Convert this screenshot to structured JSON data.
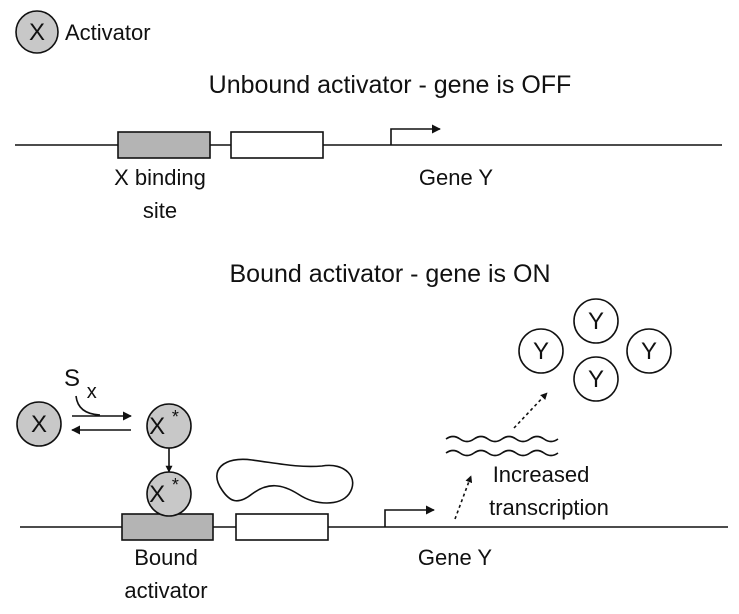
{
  "legend": {
    "symbol": "X",
    "label": "Activator"
  },
  "panel_top": {
    "title": "Unbound activator - gene is OFF",
    "binding_site_label_line1": "X binding",
    "binding_site_label_line2": "site",
    "gene_label": "Gene Y"
  },
  "panel_bottom": {
    "title": "Bound activator - gene is ON",
    "inactive_symbol": "X",
    "active_symbol": "X",
    "active_mark": "*",
    "signal_symbol": "S",
    "signal_sub": "x",
    "bound_label_line1": "Bound",
    "bound_label_line2": "activator",
    "gene_label": "Gene Y",
    "transcription_line1": "Increased",
    "transcription_line2": "transcription",
    "products": [
      "Y",
      "Y",
      "Y",
      "Y"
    ]
  },
  "colors": {
    "site_fill": "#b4b4b4",
    "circle_fill": "#c8c8c8",
    "ink": "#111111"
  }
}
